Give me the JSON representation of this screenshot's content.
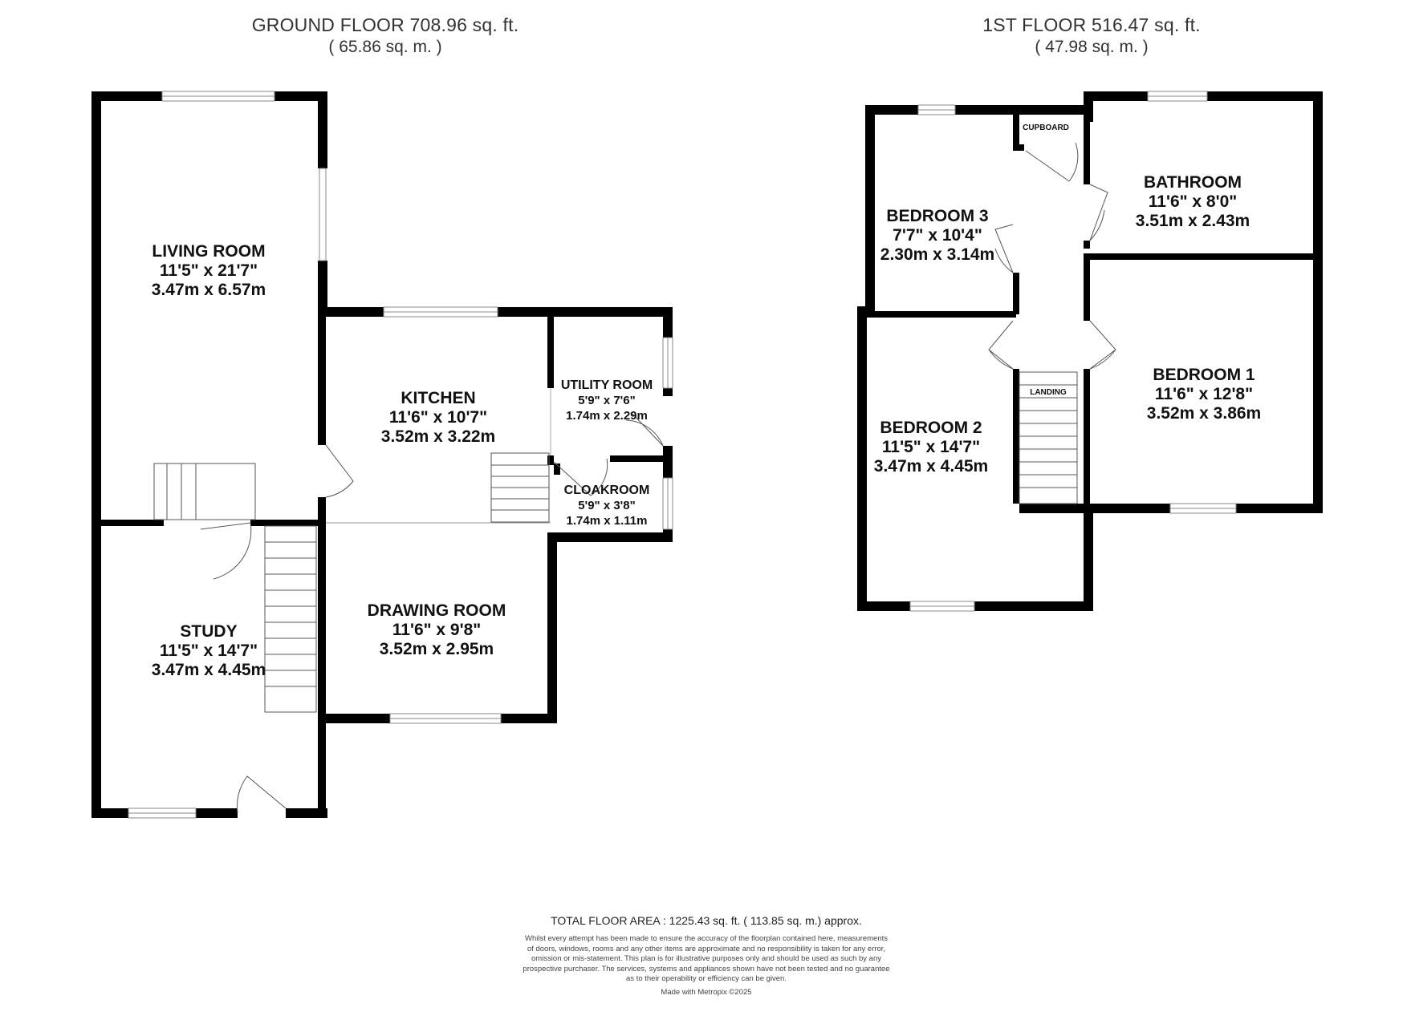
{
  "ground_floor": {
    "title": "GROUND FLOOR 708.96 sq. ft.",
    "subtitle": "( 65.86 sq. m. )",
    "rooms": {
      "living": {
        "name": "LIVING ROOM",
        "imperial": "11'5\" x 21'7\"",
        "metric": "3.47m x 6.57m"
      },
      "kitchen": {
        "name": "KITCHEN",
        "imperial": "11'6\" x 10'7\"",
        "metric": "3.52m x 3.22m"
      },
      "utility": {
        "name": "UTILITY ROOM",
        "imperial": "5'9\" x 7'6\"",
        "metric": "1.74m x 2.29m"
      },
      "cloakroom": {
        "name": "CLOAKROOM",
        "imperial": "5'9\" x 3'8\"",
        "metric": "1.74m x 1.11m"
      },
      "drawing": {
        "name": "DRAWING ROOM",
        "imperial": "11'6\" x 9'8\"",
        "metric": "3.52m x 2.95m"
      },
      "study": {
        "name": "STUDY",
        "imperial": "11'5\" x 14'7\"",
        "metric": "3.47m x 4.45m"
      }
    }
  },
  "first_floor": {
    "title": "1ST FLOOR 516.47 sq. ft.",
    "subtitle": "( 47.98 sq. m. )",
    "rooms": {
      "bedroom3": {
        "name": "BEDROOM 3",
        "imperial": "7'7\" x 10'4\"",
        "metric": "2.30m x 3.14m"
      },
      "bathroom": {
        "name": "BATHROOM",
        "imperial": "11'6\" x 8'0\"",
        "metric": "3.51m x 2.43m"
      },
      "bedroom2": {
        "name": "BEDROOM 2",
        "imperial": "11'5\" x 14'7\"",
        "metric": "3.47m x 4.45m"
      },
      "bedroom1": {
        "name": "BEDROOM 1",
        "imperial": "11'6\" x 12'8\"",
        "metric": "3.52m x 3.86m"
      }
    },
    "cupboard_label": "CUPBOARD",
    "landing_label": "LANDING"
  },
  "footer": {
    "total_area": "TOTAL FLOOR AREA : 1225.43 sq. ft. ( 113.85 sq. m.) approx.",
    "disclaimer_lines": [
      "Whilst every attempt has been made to ensure the accuracy of the floorplan contained here, measurements",
      "of doors, windows, rooms and any other items are approximate and no responsibility is taken for any error,",
      "omission or mis-statement. This plan is for illustrative purposes only and should be used as such by any",
      "prospective purchaser. The services, systems and appliances shown have not been tested and no guarantee",
      "as to their operability or efficiency can be given."
    ],
    "credit": "Made with Metropix ©2025"
  }
}
